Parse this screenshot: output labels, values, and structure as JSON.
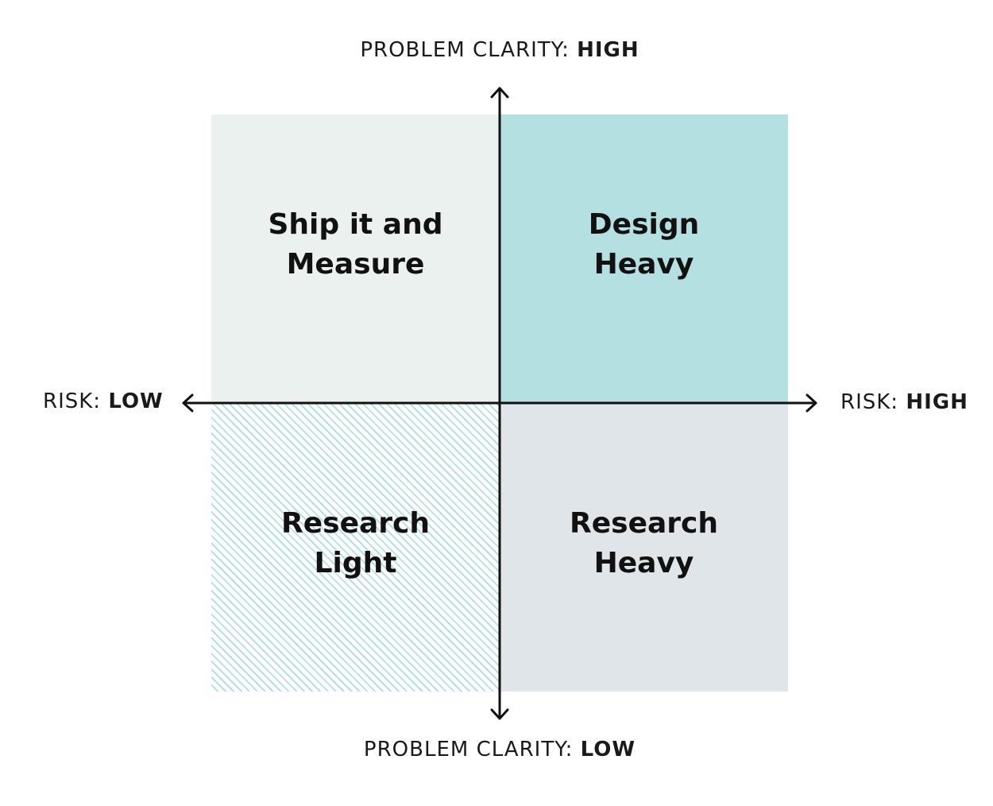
{
  "axes": {
    "top": {
      "prefix": "PROBLEM CLARITY: ",
      "value": "HIGH"
    },
    "bottom": {
      "prefix": "PROBLEM CLARITY: ",
      "value": "LOW"
    },
    "left": {
      "prefix": "RISK: ",
      "value": "LOW"
    },
    "right": {
      "prefix": "RISK: ",
      "value": "HIGH"
    }
  },
  "quadrants": {
    "top_left": {
      "line1": "Ship it and",
      "line2": "Measure",
      "color": "#ebf1ee"
    },
    "top_right": {
      "line1": "Design",
      "line2": "Heavy",
      "color": "#b4e0e1"
    },
    "bottom_left": {
      "line1": "Research",
      "line2": "Light",
      "color": "#b4e0e1",
      "pattern": "diagonal-hatch"
    },
    "bottom_right": {
      "line1": "Research",
      "line2": "Heavy",
      "color": "#dfe5e8"
    }
  },
  "colors": {
    "axis": "#111111"
  }
}
